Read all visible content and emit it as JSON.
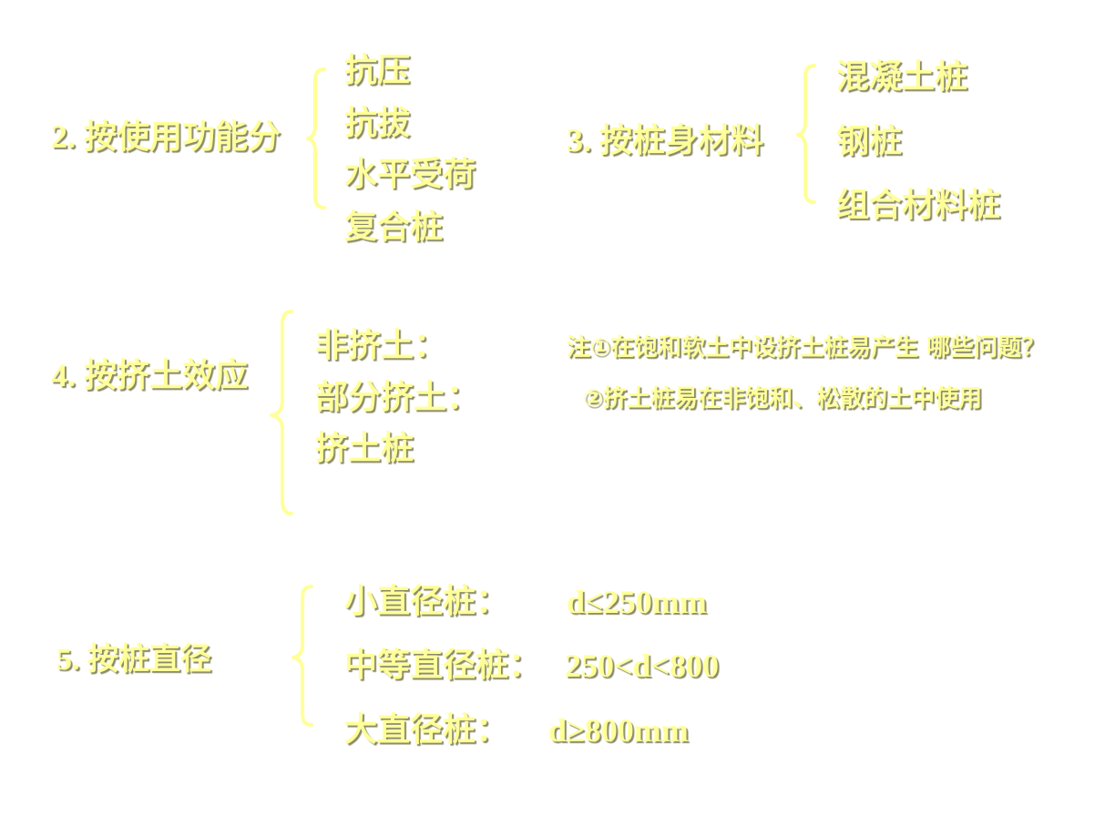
{
  "section2": {
    "heading": "2. 按使用功能分",
    "items": [
      "抗压",
      "抗拔",
      "水平受荷",
      "复合桩"
    ]
  },
  "section3": {
    "heading": "3. 按桩身材料",
    "items": [
      "混凝土桩",
      "钢桩",
      "组合材料桩"
    ]
  },
  "section4": {
    "heading": "4. 按挤土效应",
    "items": [
      "非挤土：",
      "部分挤土：",
      "挤土桩"
    ],
    "notes": [
      "注①在饱和软土中设挤土桩易产生 哪些问题？",
      "②挤土桩易在非饱和、松散的土中使用"
    ]
  },
  "section5": {
    "heading": "5. 按桩直径",
    "rows": [
      {
        "label": "小直径桩：",
        "value": "d≤250mm"
      },
      {
        "label": "中等直径桩：",
        "value": "250<d<800"
      },
      {
        "label": "大直径桩：",
        "value": "d≥800mm"
      }
    ]
  },
  "colors": {
    "text": "#ffff99",
    "shadow": "#8a8a6a",
    "background": "#ffffff"
  }
}
